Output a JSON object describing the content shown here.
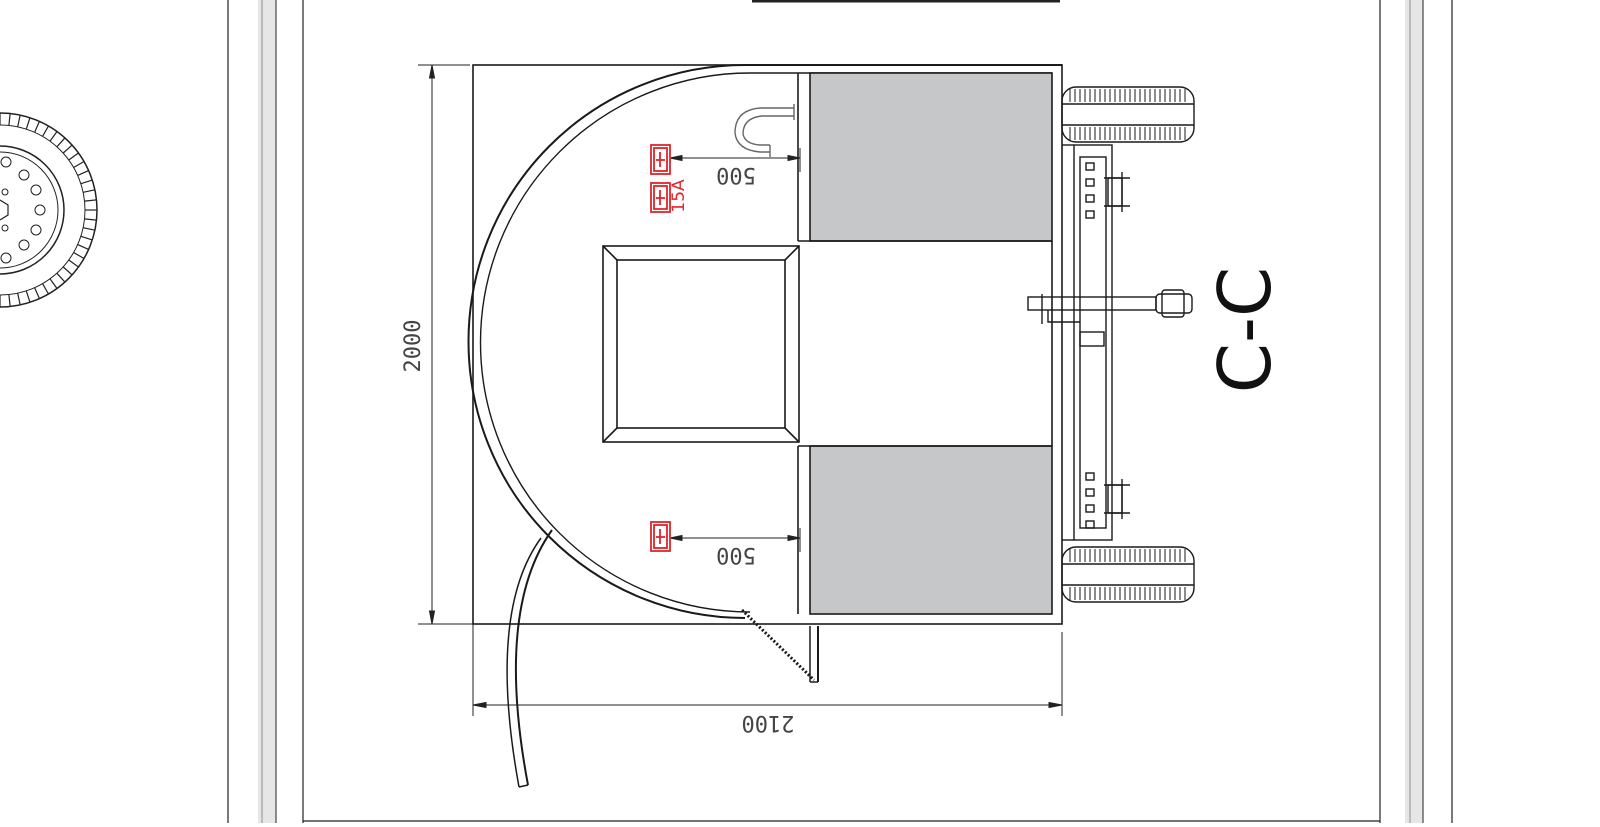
{
  "drawing": {
    "section_label": "C-C",
    "dimensions": {
      "overall_width": "2100",
      "overall_height": "2000",
      "offset_top": "500",
      "offset_bottom": "500"
    },
    "annotations": {
      "outlet_rating": "15A"
    },
    "colors": {
      "line": "#1a1a1a",
      "fill_grey": "#c6c7c8",
      "outlet_red": "#e0252b",
      "dim_text": "#444444"
    },
    "icons": [
      "socket-outlet-icon",
      "wheel-icon",
      "hitch-icon"
    ]
  }
}
